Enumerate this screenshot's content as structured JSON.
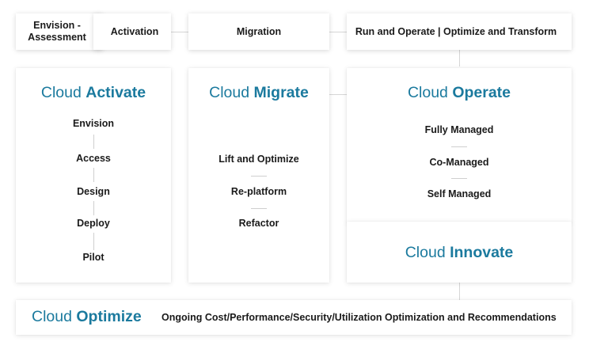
{
  "phases": {
    "envision": "Envision -\nAssessment",
    "activation": "Activation",
    "migration": "Migration",
    "run": "Run and Operate | Optimize and Transform"
  },
  "activate": {
    "title_light": "Cloud ",
    "title_bold": "Activate",
    "items": [
      "Envision",
      "Access",
      "Design",
      "Deploy",
      "Pilot"
    ]
  },
  "migrate": {
    "title_light": "Cloud ",
    "title_bold": "Migrate",
    "items": [
      "Lift and Optimize",
      "Re-platform",
      "Refactor"
    ]
  },
  "operate": {
    "title_light": "Cloud ",
    "title_bold": "Operate",
    "items": [
      "Fully Managed",
      "Co-Managed",
      "Self Managed"
    ]
  },
  "innovate": {
    "title_light": "Cloud ",
    "title_bold": "Innovate"
  },
  "optimize": {
    "title_light": "Cloud ",
    "title_bold": "Optimize",
    "description": "Ongoing Cost/Performance/Security/Utilization Optimization and Recommendations"
  },
  "colors": {
    "accent": "#1b7a9e",
    "text": "#1a1a1a",
    "line": "#d6d6d6"
  }
}
